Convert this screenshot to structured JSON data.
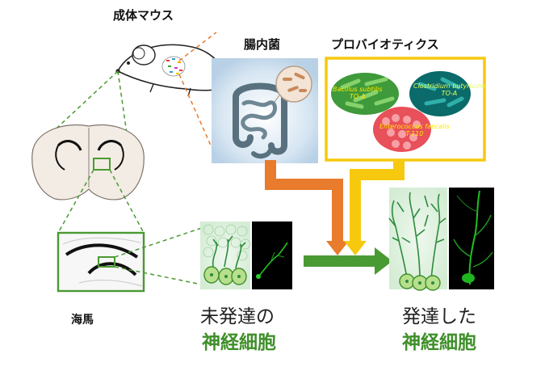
{
  "labels": {
    "adult_mouse": "成体マウス",
    "gut_bacteria": "腸内菌",
    "probiotics": "プロバイオティクス",
    "hippocampus": "海馬",
    "immature_line1": "未発達の",
    "immature_line2": "神経細胞",
    "mature_line1": "発達した",
    "mature_line2": "神経細胞"
  },
  "bacteria": [
    {
      "species": "Bacillus subtilis",
      "strain": "TO-A"
    },
    {
      "species": "Clostridium butyricum",
      "strain": "TO-A"
    },
    {
      "species": "Enterococcus faecalis",
      "strain": "T-110"
    }
  ],
  "colors": {
    "green": "#4a9a33",
    "orange": "#e87b2c",
    "yellow": "#f6c90e",
    "dark": "#111111"
  }
}
